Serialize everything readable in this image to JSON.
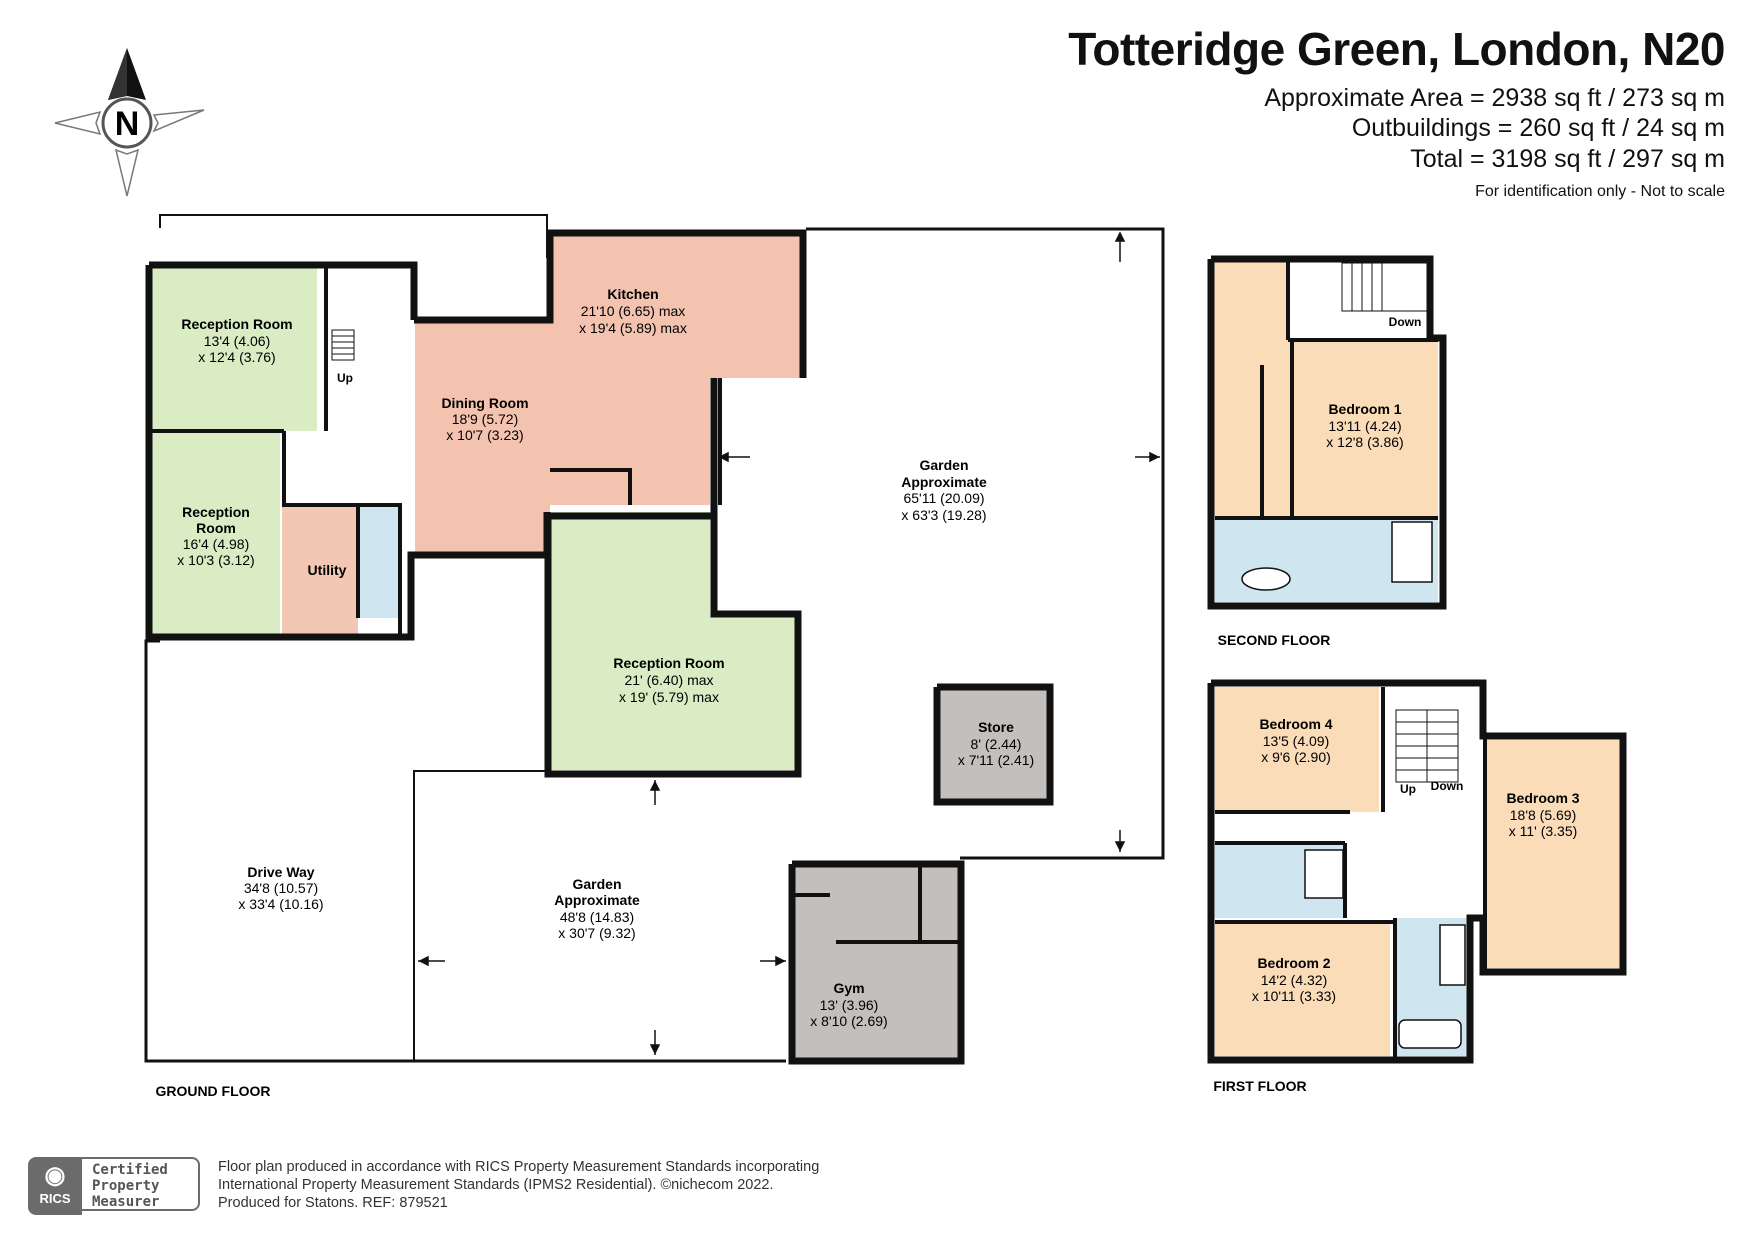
{
  "header": {
    "title": "Totteridge Green, London, N20",
    "area_line": "Approximate Area = 2938 sq ft / 273 sq m",
    "outbuildings_line": "Outbuildings = 260 sq ft / 24 sq m",
    "total_line": "Total = 3198 sq ft / 297 sq m",
    "note": "For identification only - Not to scale"
  },
  "compass": {
    "letter": "N",
    "icon": "compass-rose-icon"
  },
  "colors": {
    "reception": "#d9ecc4",
    "dining_kitchen": "#f3c3b0",
    "bedroom": "#fadcb8",
    "bathroom": "#cfe6f0",
    "outbuilding": "#c3bfbd",
    "utility": "#f2c7b4",
    "wall": "#111111"
  },
  "ground_floor": {
    "label": "GROUND FLOOR",
    "rooms": {
      "reception1": {
        "name": "Reception Room",
        "dim1": "13'4 (4.06)",
        "dim2": "x 12'4 (3.76)"
      },
      "reception2": {
        "name1": "Reception",
        "name2": "Room",
        "dim1": "16'4 (4.98)",
        "dim2": "x 10'3 (3.12)"
      },
      "utility": {
        "name": "Utility"
      },
      "up": "Up",
      "dining": {
        "name": "Dining Room",
        "dim1": "18'9 (5.72)",
        "dim2": "x 10'7 (3.23)"
      },
      "kitchen": {
        "name": "Kitchen",
        "dim1": "21'10 (6.65) max",
        "dim2": "x 19'4 (5.89) max"
      },
      "reception3": {
        "name": "Reception Room",
        "dim1": "21' (6.40) max",
        "dim2": "x 19' (5.79) max"
      },
      "garden1": {
        "name1": "Garden",
        "name2": "Approximate",
        "dim1": "65'11 (20.09)",
        "dim2": "x 63'3 (19.28)"
      },
      "store": {
        "name": "Store",
        "dim1": "8' (2.44)",
        "dim2": "x 7'11 (2.41)"
      },
      "driveway": {
        "name": "Drive Way",
        "dim1": "34'8 (10.57)",
        "dim2": "x 33'4 (10.16)"
      },
      "garden2": {
        "name1": "Garden",
        "name2": "Approximate",
        "dim1": "48'8 (14.83)",
        "dim2": "x 30'7 (9.32)"
      },
      "gym": {
        "name": "Gym",
        "dim1": "13' (3.96)",
        "dim2": "x 8'10 (2.69)"
      }
    }
  },
  "second_floor": {
    "label": "SECOND FLOOR",
    "down": "Down",
    "bedroom1": {
      "name": "Bedroom 1",
      "dim1": "13'11 (4.24)",
      "dim2": "x 12'8 (3.86)"
    }
  },
  "first_floor": {
    "label": "FIRST FLOOR",
    "up": "Up",
    "down": "Down",
    "bedroom4": {
      "name": "Bedroom 4",
      "dim1": "13'5 (4.09)",
      "dim2": "x 9'6 (2.90)"
    },
    "bedroom3": {
      "name": "Bedroom 3",
      "dim1": "18'8 (5.69)",
      "dim2": "x 11' (3.35)"
    },
    "bedroom2": {
      "name": "Bedroom 2",
      "dim1": "14'2 (4.32)",
      "dim2": "x 10'11 (3.33)"
    }
  },
  "footer": {
    "line1": "Floor plan produced in accordance with RICS Property Measurement Standards incorporating",
    "line2": "International Property Measurement Standards (IPMS2 Residential).   ©nichecom 2022.",
    "line3": "Produced for Statons.    REF: 879521"
  },
  "badge": {
    "left": "RICS",
    "line1": "Certified",
    "line2": "Property",
    "line3": "Measurer"
  }
}
